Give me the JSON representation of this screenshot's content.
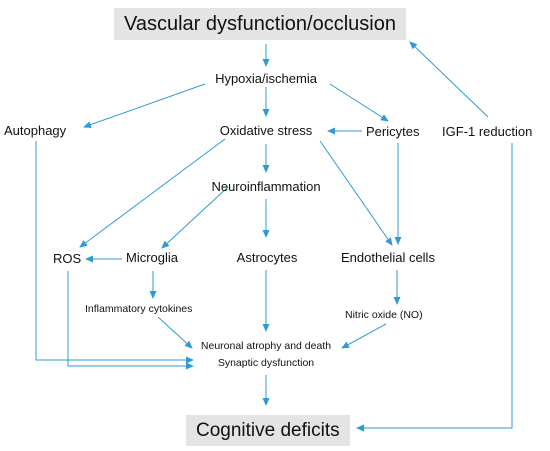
{
  "nodes": {
    "vascular": "Vascular dysfunction/occlusion",
    "hypoxia": "Hypoxia/ischemia",
    "autophagy": "Autophagy",
    "oxidative": "Oxidative stress",
    "pericytes": "Pericytes",
    "igf1": "IGF-1 reduction",
    "neuroinflammation": "Neuroinflammation",
    "ros": "ROS",
    "microglia": "Microglia",
    "astrocytes": "Astrocytes",
    "endothelial": "Endothelial cells",
    "cytokines": "Inflammatory cytokines",
    "nitric": "Nitric oxide (NO)",
    "neuronal": "Neuronal atrophy and death",
    "synaptic": "Synaptic dysfunction",
    "cognitive": "Cognitive deficits"
  },
  "colors": {
    "arrow": "#2e9bd6",
    "box_fill": "#e4e4e4",
    "text": "#111111"
  }
}
